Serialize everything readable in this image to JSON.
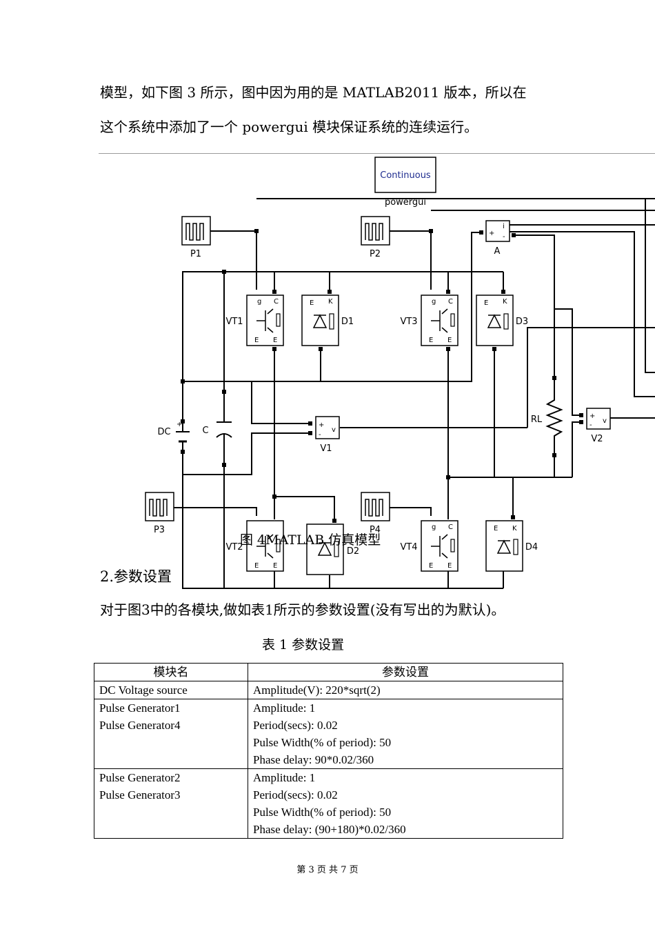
{
  "paragraphs": [
    "模型，如下图 3 所示，图中因为用的是 MATLAB2011 版本，所以在",
    "这个系统中添加了一个 powergui 模块保证系统的连续运行。"
  ],
  "figure": {
    "powergui_block_text": "Continuous",
    "powergui_label": "powergui",
    "pulse_labels": [
      "P1",
      "P2",
      "P3",
      "P4"
    ],
    "igbt_labels": [
      "VT1",
      "VT3",
      "VT2",
      "VT4"
    ],
    "diode_labels": [
      "D1",
      "D3",
      "D2",
      "D4"
    ],
    "source_label": "DC",
    "capacitor_label": "C",
    "resistor_label": "RL",
    "current_meter_label": "A",
    "voltmeter_labels": [
      "V1",
      "V2"
    ],
    "caption": "图 4MATLAB 仿真模型"
  },
  "section_heading": "2.参数设置",
  "section_text": "对于图3中的各模块,做如表1所示的参数设置(没有写出的为默认)。",
  "table": {
    "caption": "表 1    参数设置",
    "headers": [
      "模块名",
      "参数设置"
    ],
    "rows": [
      {
        "names": [
          "DC Voltage source"
        ],
        "params": [
          "Amplitude(V): 220*sqrt(2)"
        ]
      },
      {
        "names": [
          "Pulse Generator1",
          "Pulse Generator4"
        ],
        "params": [
          "Amplitude: 1",
          "Period(secs): 0.02",
          "Pulse Width(% of period): 50",
          "Phase delay: 90*0.02/360"
        ]
      },
      {
        "names": [
          "Pulse Generator2",
          "Pulse Generator3"
        ],
        "params": [
          "Amplitude: 1",
          "Period(secs): 0.02",
          "Pulse Width(% of period): 50",
          "Phase delay: (90+180)*0.02/360"
        ]
      }
    ]
  },
  "footer": "第 3 页  共 7 页"
}
